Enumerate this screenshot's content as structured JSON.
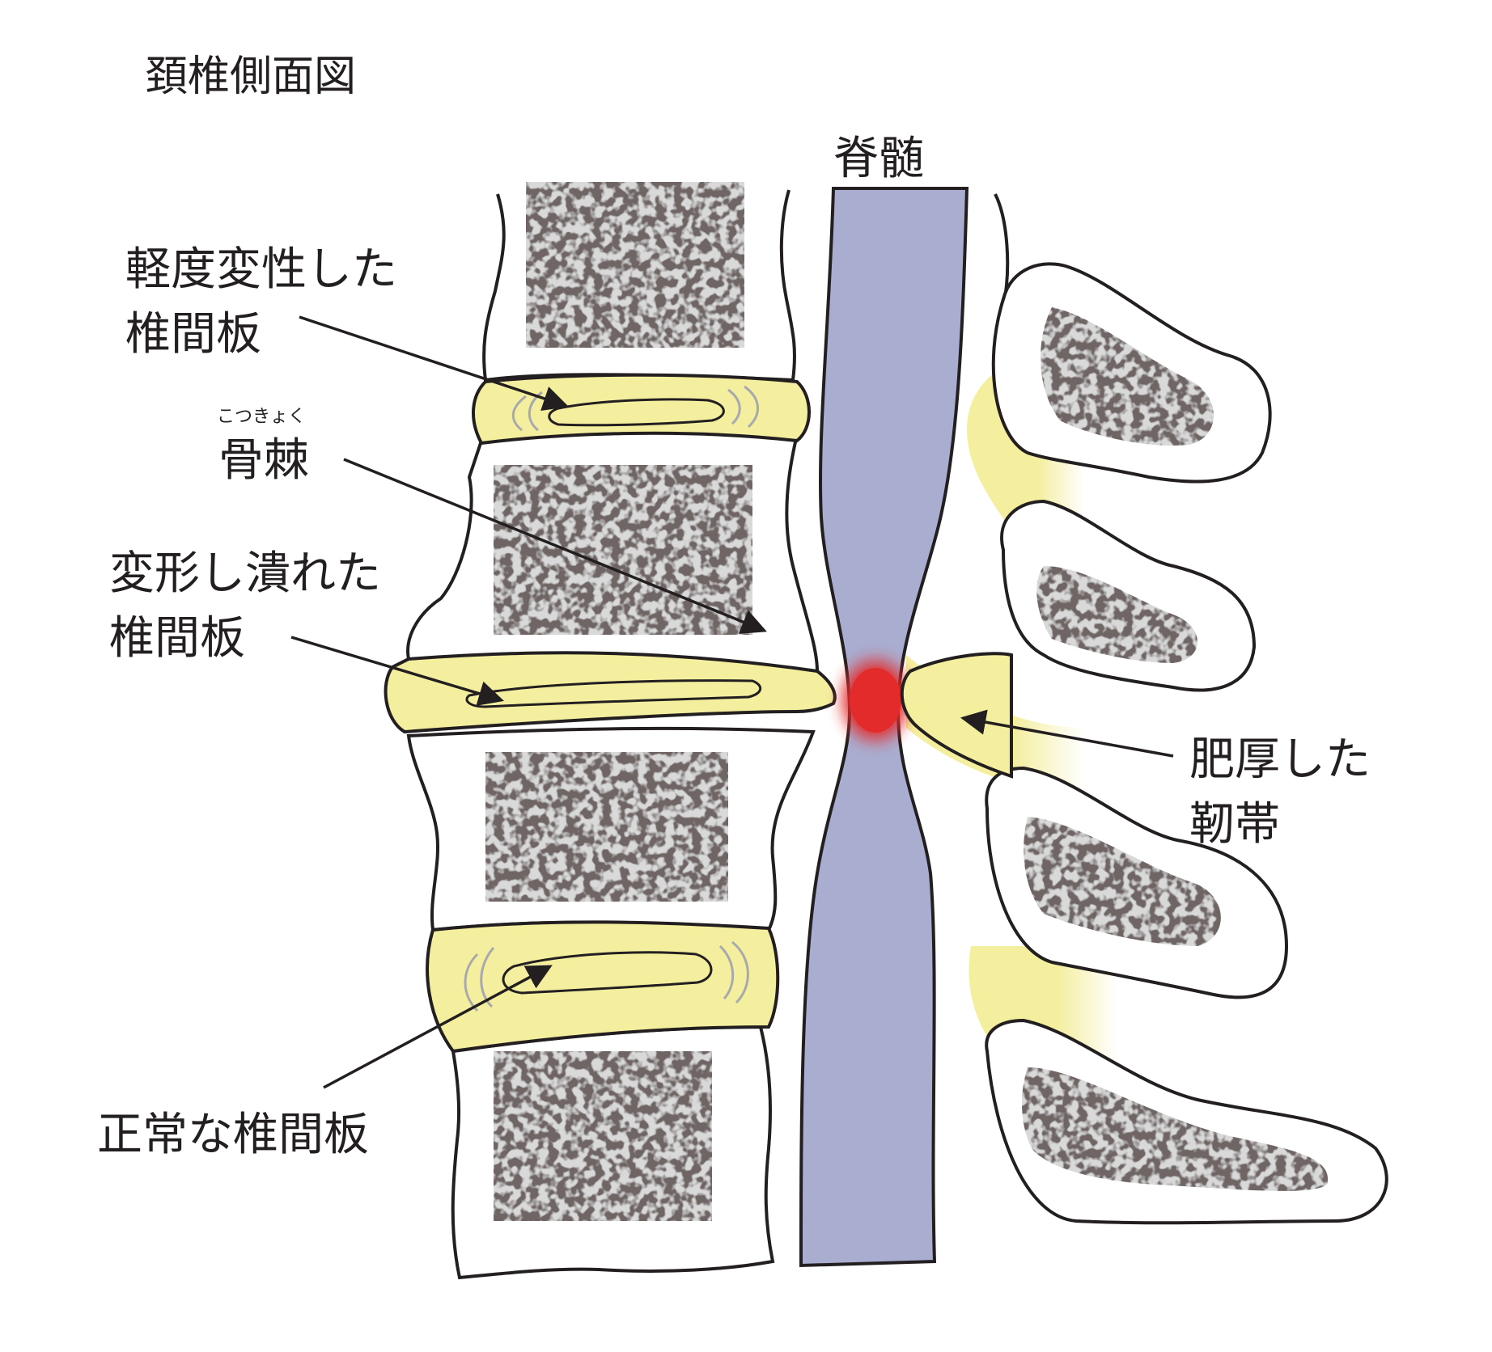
{
  "title": "頚椎側面図",
  "labels": {
    "spinal_cord": "脊髄",
    "mild_disc_line1": "軽度変性した",
    "mild_disc_line2": "椎間板",
    "osteophyte_ruby": "こつきょく",
    "osteophyte": "骨棘",
    "deformed_disc_line1": "変形し潰れた",
    "deformed_disc_line2": "椎間板",
    "normal_disc": "正常な椎間板",
    "ligament_line1": "肥厚した",
    "ligament_line2": "靭帯"
  },
  "colors": {
    "outline": "#231f20",
    "bone_fill": "#ffffff",
    "cancellous_bone": "#dcdcdc",
    "disc": "#f4ee9f",
    "spinal_cord": "#a9add0",
    "compression": "#e32b2b"
  }
}
